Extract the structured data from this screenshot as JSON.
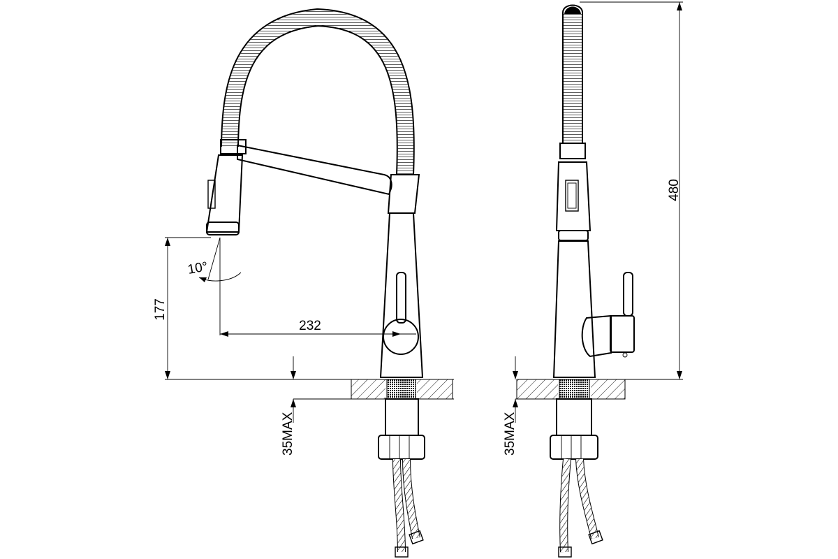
{
  "dimensions": {
    "spout_height": "177",
    "reach": "232",
    "angle": "10°",
    "deck_thickness_front": "35MAX",
    "deck_thickness_side": "35MAX",
    "total_height": "480"
  }
}
